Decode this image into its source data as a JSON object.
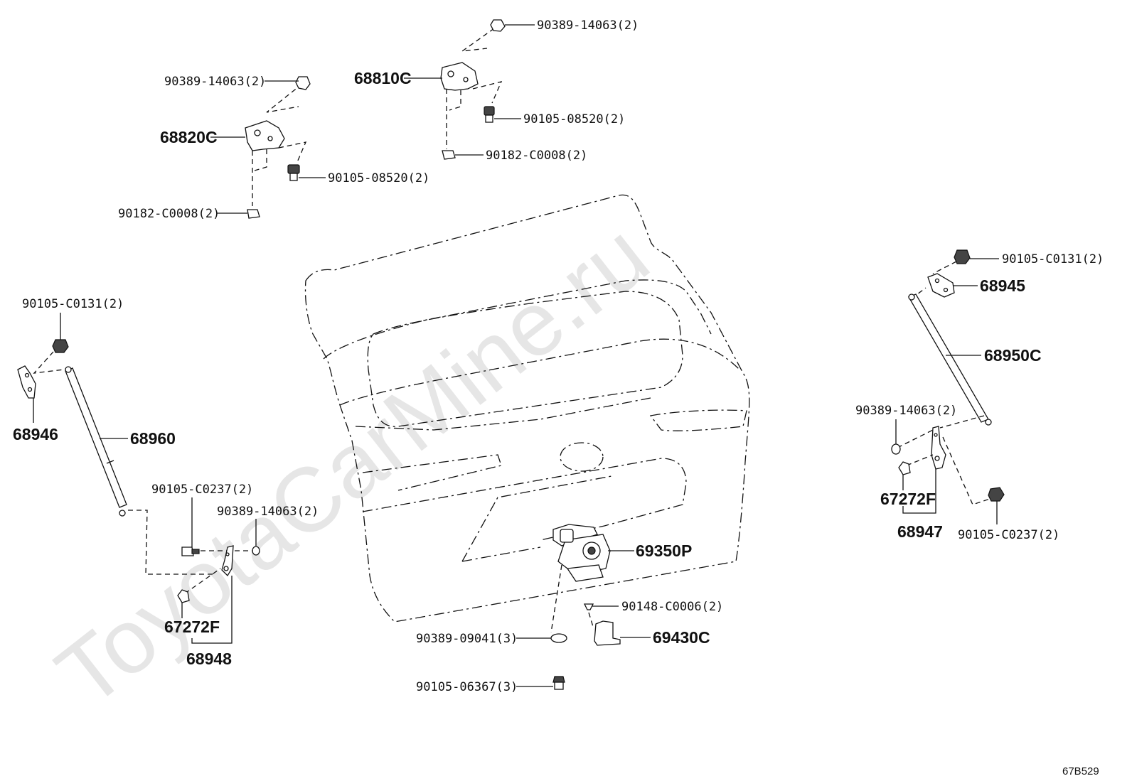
{
  "watermark": "ToyotaCarMine.ru",
  "diagram_code": "67B529",
  "labels": {
    "nut_68820c": "90389-14063(2)",
    "bracket_68820c": "68820C",
    "bolt_68820c": "90105-08520(2)",
    "clip_68820c": "90182-C0008(2)",
    "nut_68810c": "90389-14063(2)",
    "bracket_68810c": "68810C",
    "bolt_68810c": "90105-08520(2)",
    "clip_68810c": "90182-C0008(2)",
    "bolt_left_top": "90105-C0131(2)",
    "bracket_left_top": "68946",
    "strut_left": "68960",
    "bolt_left_bottom": "90105-C0237(2)",
    "nut_left_bottom": "90389-14063(2)",
    "stud_left": "67272F",
    "bracket_left_bottom": "68948",
    "bolt_right_top": "90105-C0131(2)",
    "bracket_right_top": "68945",
    "strut_right": "68950C",
    "nut_right_bottom": "90389-14063(2)",
    "stud_right": "67272F",
    "bracket_right_bottom": "68947",
    "bolt_right_bottom": "90105-C0237(2)",
    "lock": "69350P",
    "screw_striker": "90148-C0006(2)",
    "washer_lock": "90389-09041(3)",
    "bolt_lock": "90105-06367(3)",
    "striker": "69430C"
  }
}
